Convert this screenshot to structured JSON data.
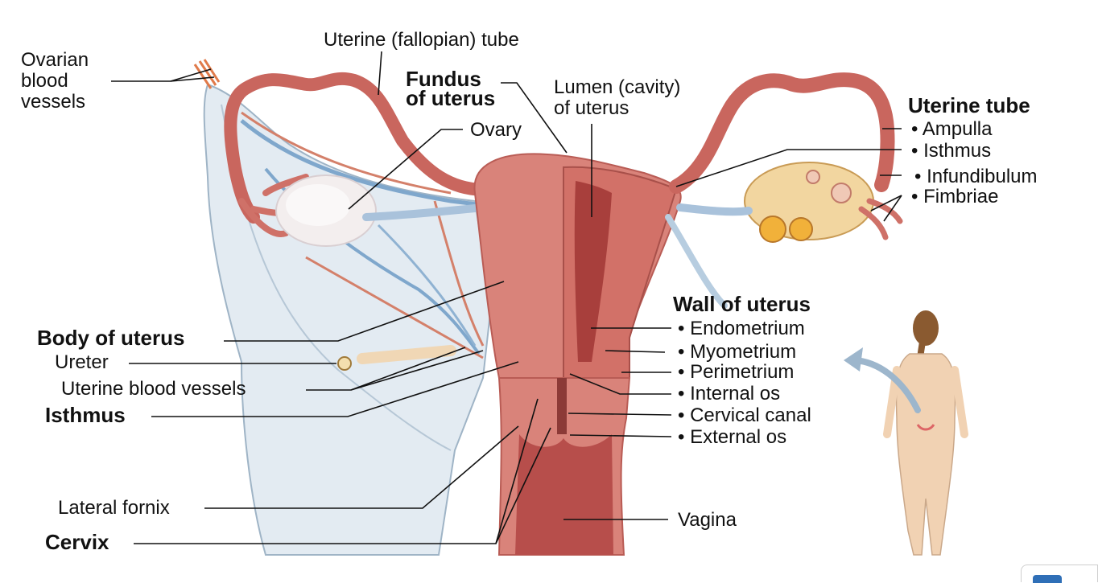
{
  "labels": {
    "ovarian_vessels": [
      "Ovarian",
      "blood",
      "vessels"
    ],
    "uterine_fallopian_tube": "Uterine (fallopian) tube",
    "fundus": [
      "Fundus",
      "of uterus"
    ],
    "lumen": [
      "Lumen (cavity)",
      "of uterus"
    ],
    "ovary": "Ovary",
    "uterine_tube": {
      "title": "Uterine tube",
      "items": [
        "• Ampulla",
        "• Isthmus",
        "• Infundibulum",
        "• Fimbriae"
      ]
    },
    "wall": {
      "title": "Wall of uterus",
      "items": [
        "• Endometrium",
        "• Myometrium",
        "• Perimetrium",
        "• Internal os",
        "• Cervical canal",
        "• External os"
      ]
    },
    "body_of_uterus": "Body of uterus",
    "ureter": "Ureter",
    "uterine_blood_vessels": "Uterine blood vessels",
    "isthmus": "Isthmus",
    "lateral_fornix": "Lateral fornix",
    "cervix": "Cervix",
    "vagina": "Vagina"
  },
  "colors": {
    "muscle": "#d9837a",
    "muscle_dark": "#b95c55",
    "tube": "#c9665e",
    "ligament": "#dfe8f0",
    "vessel_blue": "#7fa7cc",
    "vessel_red": "#d4806a",
    "ovary": "#f3eeee",
    "skin": "#f1d2b3",
    "hair": "#8a5a30",
    "arrow": "#9db6cc"
  }
}
